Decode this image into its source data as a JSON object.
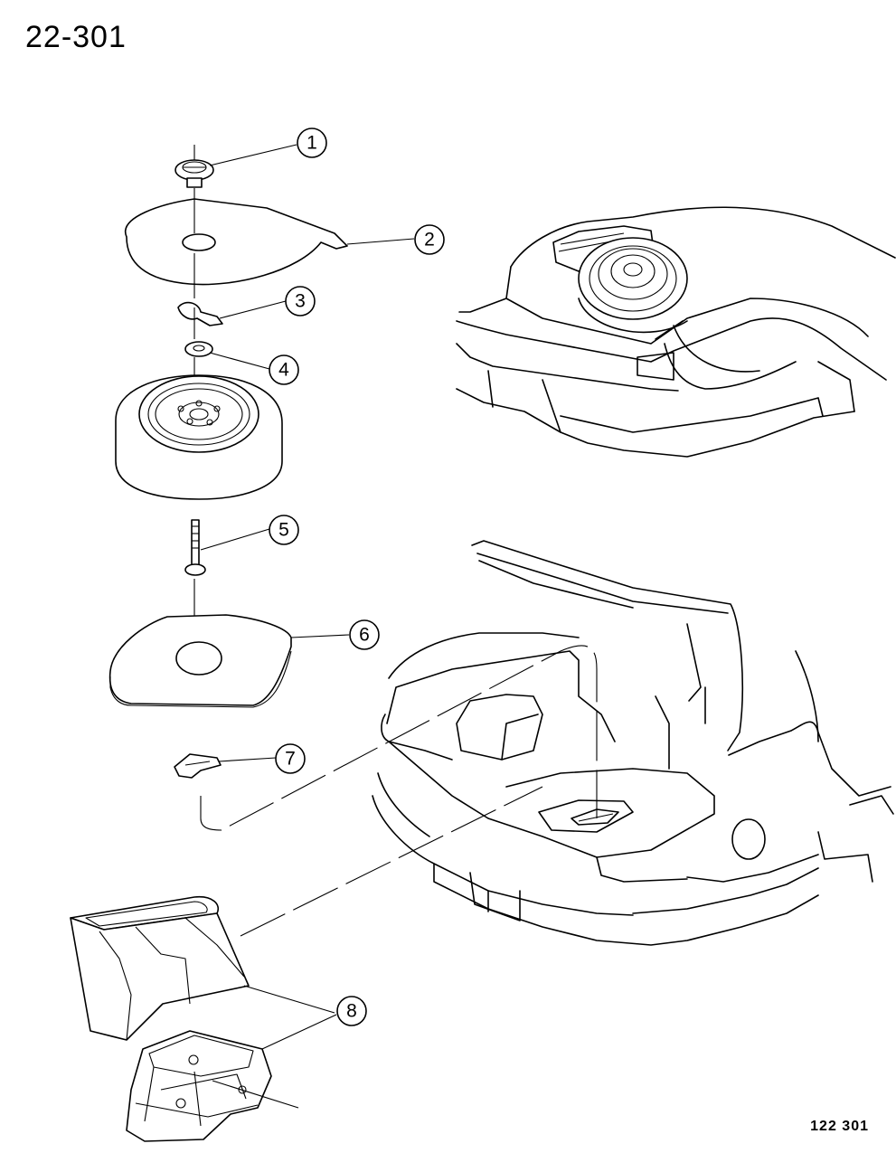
{
  "page_title": "22-301",
  "figure_code": "122 301",
  "callouts": [
    "1",
    "2",
    "3",
    "4",
    "5",
    "6",
    "7",
    "8"
  ]
}
